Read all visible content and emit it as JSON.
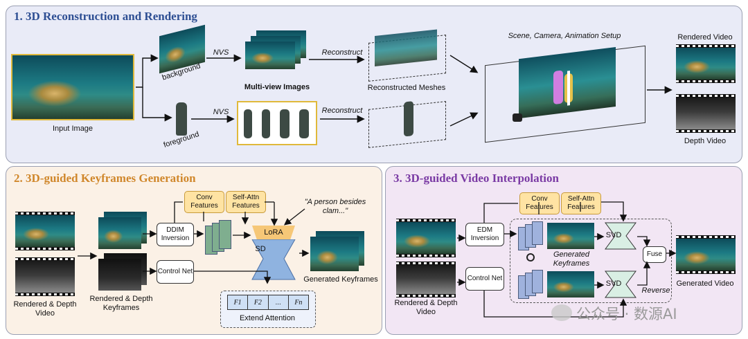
{
  "panel1": {
    "title": "1. 3D Reconstruction and Rendering",
    "input_label": "Input Image",
    "background_label": "background",
    "foreground_label": "foreground",
    "nvs_top": "NVS",
    "nvs_bottom": "NVS",
    "multiview_label": "Multi-view Images",
    "reconstruct_top": "Reconstruct",
    "reconstruct_bottom": "Reconstruct",
    "meshes_label": "Reconstructed Meshes",
    "scene_label": "Scene, Camera, Animation Setup",
    "rendered_video_label": "Rendered Video",
    "depth_video_label": "Depth Video"
  },
  "panel2": {
    "title": "2. 3D-guided Keyframes Generation",
    "input_label": "Rendered & Depth Video",
    "keyframes_label": "Rendered & Depth Keyframes",
    "ddim_label": "DDIM Inversion",
    "controlnet_label": "Control Net",
    "conv_label": "Conv Features",
    "selfattn_label": "Self-Attn Features",
    "prompt": "\"A person besides clam...\"",
    "lora_label": "LoRA",
    "sd_label": "SD",
    "generated_label": "Generated Keyframes",
    "frames": [
      "F1",
      "F2",
      "...",
      "Fn"
    ],
    "extend_label": "Extend Attention"
  },
  "panel3": {
    "title": "3. 3D-guided Video Interpolation",
    "input_label": "Rendered & Depth Video",
    "edm_label": "EDM Inversion",
    "controlnet_label": "Control Net",
    "conv_label": "Conv Features",
    "selfattn_label": "Self-Attn Features",
    "generated_keyframes_label": "Generated Keyframes",
    "svd_top": "SVD",
    "svd_bottom": "SVD",
    "fuse_label": "Fuse",
    "reverse_label": "Reverse",
    "output_label": "Generated Video"
  },
  "watermark": "公众号 · 数源AI",
  "colors": {
    "panel1_bg": "#e9ebf7",
    "panel2_bg": "#fbf1e6",
    "panel3_bg": "#f2e6f4",
    "title1": "#2d4e93",
    "title2": "#d0872b",
    "title3": "#7a3aa4",
    "feature_box": "#ffe3a3",
    "lora": "#f6c777",
    "sd": "#8fb3e0",
    "stack_green": "#7fae8f",
    "stack_blue": "#9fb2dd"
  }
}
